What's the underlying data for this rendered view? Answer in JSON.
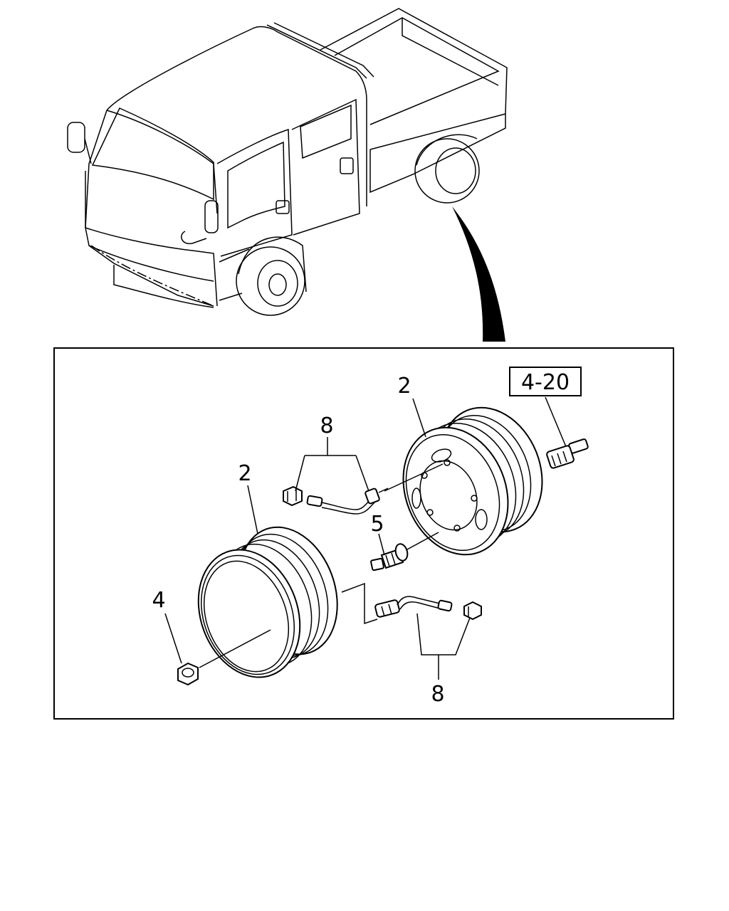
{
  "callouts": {
    "rim_rear": "2",
    "rim_front": "2",
    "tube_upper": "8",
    "tube_lower": "8",
    "valve": "5",
    "nut": "4",
    "ref_box": "4-20"
  }
}
